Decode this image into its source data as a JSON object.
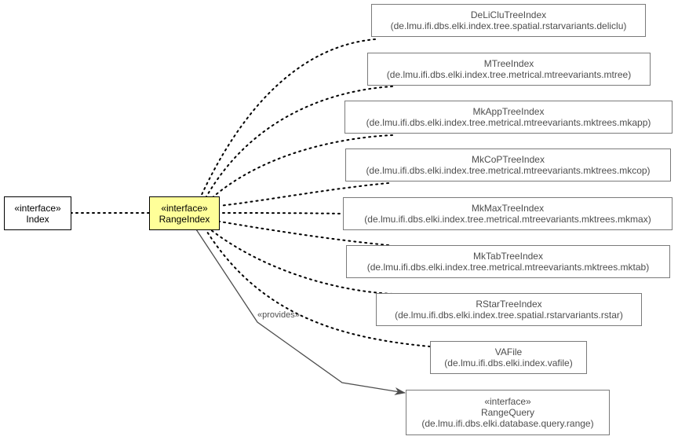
{
  "nodes": {
    "index": {
      "stereotype": "«interface»",
      "name": "Index"
    },
    "rangeindex": {
      "stereotype": "«interface»",
      "name": "RangeIndex"
    },
    "delicluTree": {
      "name": "DeLiCluTreeIndex",
      "package": "(de.lmu.ifi.dbs.elki.index.tree.spatial.rstarvariants.deliclu)"
    },
    "mTree": {
      "name": "MTreeIndex",
      "package": "(de.lmu.ifi.dbs.elki.index.tree.metrical.mtreevariants.mtree)"
    },
    "mkAppTree": {
      "name": "MkAppTreeIndex",
      "package": "(de.lmu.ifi.dbs.elki.index.tree.metrical.mtreevariants.mktrees.mkapp)"
    },
    "mkCoPTree": {
      "name": "MkCoPTreeIndex",
      "package": "(de.lmu.ifi.dbs.elki.index.tree.metrical.mtreevariants.mktrees.mkcop)"
    },
    "mkMaxTree": {
      "name": "MkMaxTreeIndex",
      "package": "(de.lmu.ifi.dbs.elki.index.tree.metrical.mtreevariants.mktrees.mkmax)"
    },
    "mkTabTree": {
      "name": "MkTabTreeIndex",
      "package": "(de.lmu.ifi.dbs.elki.index.tree.metrical.mtreevariants.mktrees.mktab)"
    },
    "rstarTree": {
      "name": "RStarTreeIndex",
      "package": "(de.lmu.ifi.dbs.elki.index.tree.spatial.rstarvariants.rstar)"
    },
    "vafile": {
      "name": "VAFile",
      "package": "(de.lmu.ifi.dbs.elki.index.vafile)"
    },
    "rangeQuery": {
      "stereotype": "«interface»",
      "name": "RangeQuery",
      "package": "(de.lmu.ifi.dbs.elki.database.query.range)"
    }
  },
  "edges": {
    "provides_label": "«provides»"
  },
  "colors": {
    "focus_fill": "#ffff99",
    "dotted_edge": "#000000",
    "solid_edge": "#4d4d4d",
    "node_border": "#7a7a7a"
  }
}
